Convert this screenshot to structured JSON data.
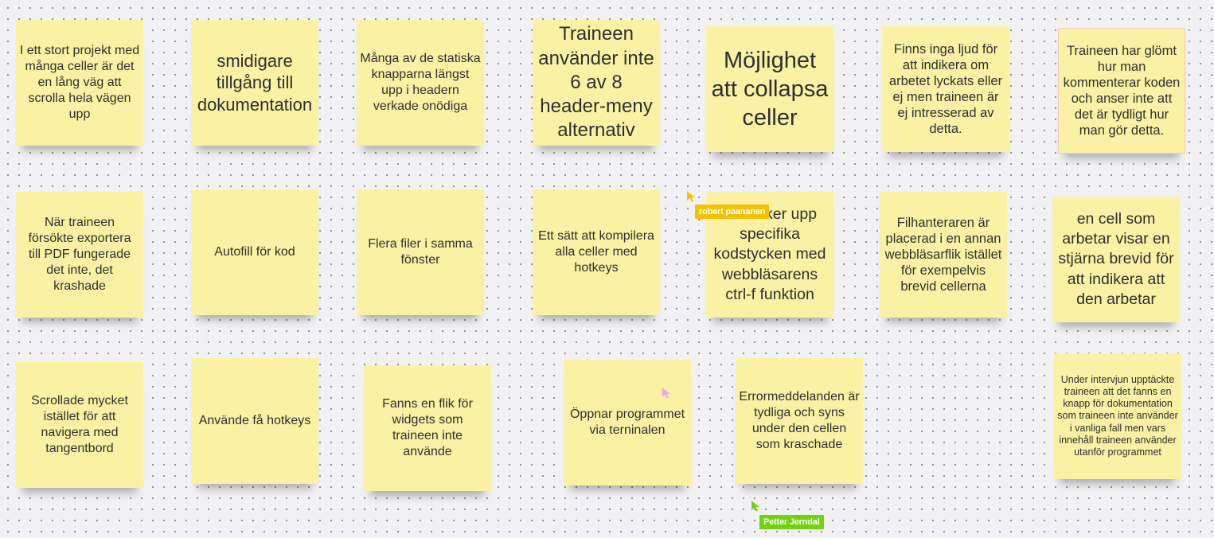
{
  "board": {
    "notes": [
      {
        "text": "I ett stort projekt med många celler är det en lång väg att scrolla hela vägen upp"
      },
      {
        "text": "smidigare tillgång till dokumentation"
      },
      {
        "text": "Många av de statiska knapparna längst upp i headern verkade onödiga"
      },
      {
        "text": "Traineen använder inte 6 av 8 header-meny alternativ"
      },
      {
        "text": "Möjlighet att collapsa celler"
      },
      {
        "text": "Finns inga ljud för att indikera om arbetet lyckats eller ej men traineen är ej intresserad av detta."
      },
      {
        "text": "Traineen har glömt hur man kommenterar koden och anser inte att det är tydligt hur man gör detta."
      },
      {
        "text": "När traineen försökte exportera till PDF fungerade det inte, det krashade"
      },
      {
        "text": "Autofill för kod"
      },
      {
        "text": "Flera filer i samma fönster"
      },
      {
        "text": "Ett sätt att kompilera alla celler med hotkeys"
      },
      {
        "text": "...n söker upp specifika kodstycken med webbläsarens ctrl-f funktion"
      },
      {
        "text": "Filhanteraren är placerad i en annan webbläsarflik istället för exempelvis brevid cellerna"
      },
      {
        "text": "en cell som arbetar visar en stjärna brevid för att indikera att den arbetar"
      },
      {
        "text": "Scrollade mycket istället för att navigera med tangentbord"
      },
      {
        "text": "Använde få hotkeys"
      },
      {
        "text": "Fanns en flik för widgets som traineen inte använde"
      },
      {
        "text": "Öppnar programmet via terninalen"
      },
      {
        "text": "Errormeddelanden är tydliga och syns under den cellen som kraschade"
      },
      {
        "text": "Under intervjun upptäckte traineen att det fanns en knapp för dokumentation som traineen inte använder i vanliga fall men vars innehåll traineen använder utanför programmet"
      }
    ]
  },
  "cursors": [
    {
      "name": "robert paananen",
      "color": "#f2c200"
    },
    {
      "name": "Petter Jerndal",
      "color": "#6fd40e"
    },
    {
      "name": "",
      "color": "#e7a6ea"
    }
  ]
}
